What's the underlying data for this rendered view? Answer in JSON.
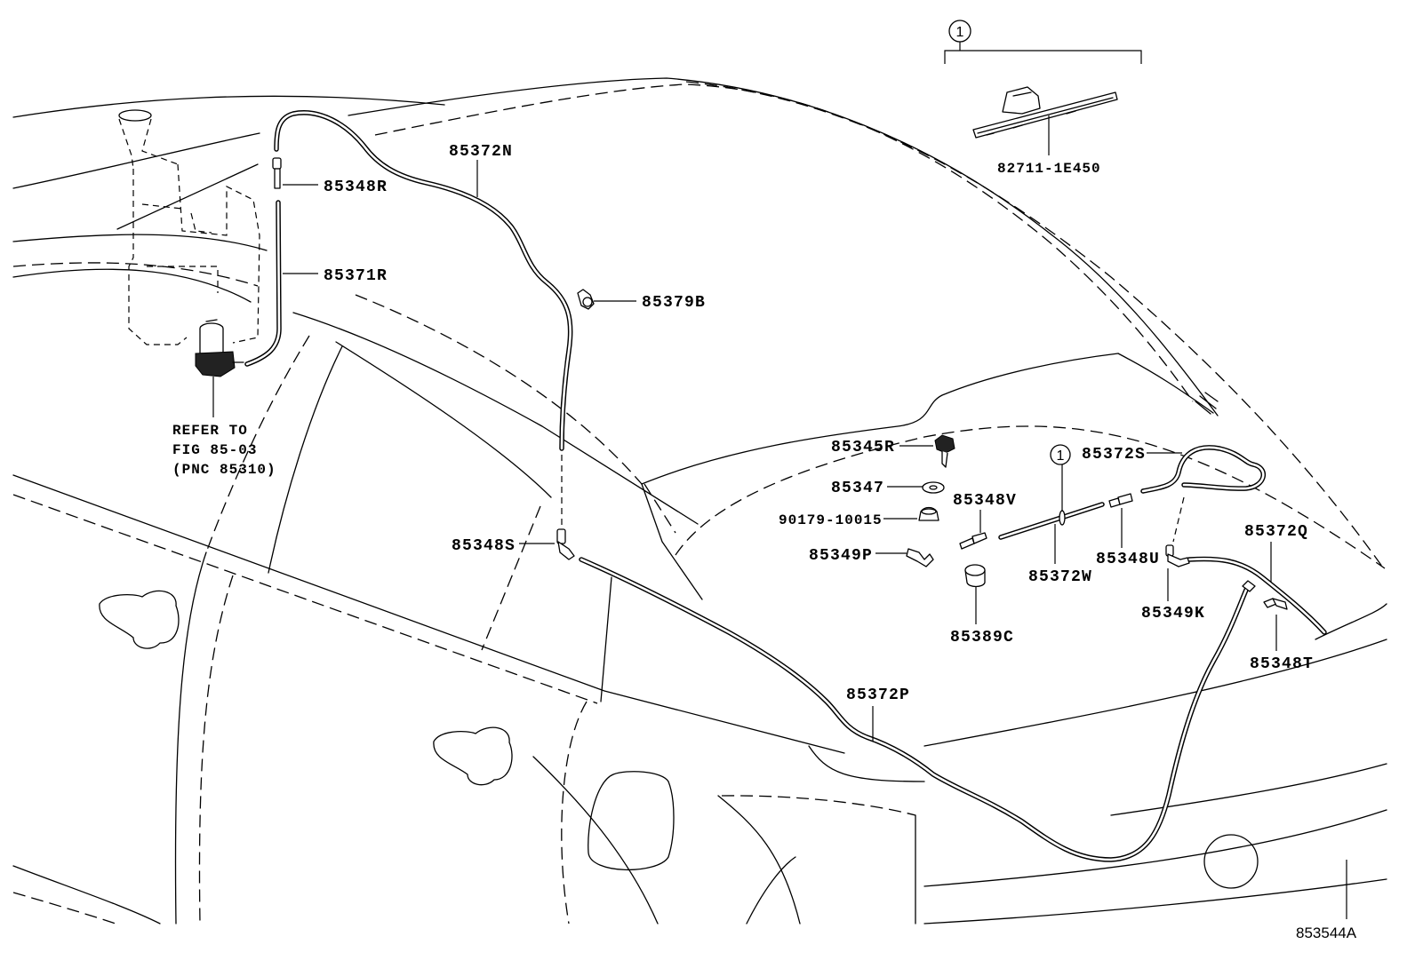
{
  "group_marker": "1",
  "callouts": [
    "82711-1E450",
    "85372N",
    "85348R",
    "85371R",
    "85379B",
    "85345R",
    "85347",
    "90179-10015",
    "85349P",
    "85348V",
    "85372S",
    "85372W",
    "85348U",
    "85372Q",
    "85349K",
    "85348T",
    "85389C",
    "85348S",
    "85372P"
  ],
  "reference_note": {
    "line1": "REFER TO",
    "line2": "FIG 85-03",
    "line3": "(PNC 85310)"
  },
  "figure_number": "853544A"
}
